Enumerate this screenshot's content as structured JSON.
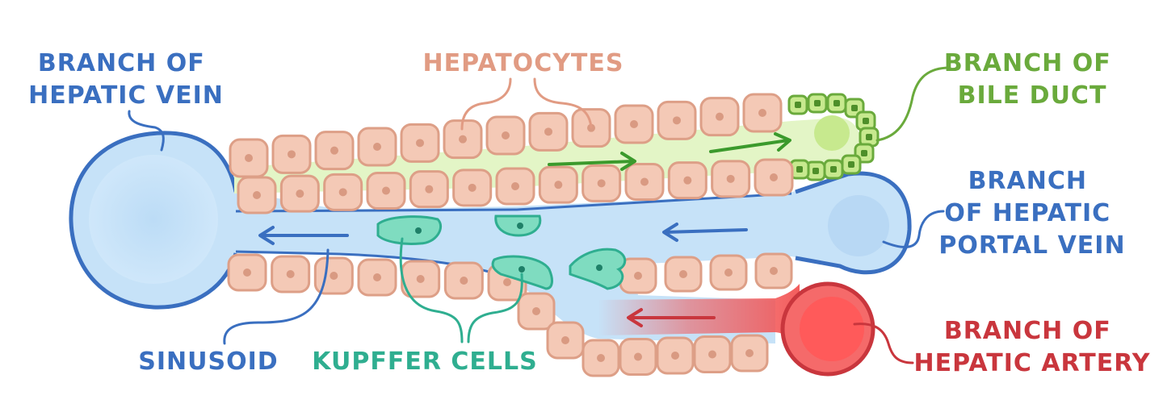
{
  "labels": {
    "hepatic_vein": [
      "BRANCH OF",
      "HEPATIC VEIN"
    ],
    "hepatocytes": "HEPATOCYTES",
    "bile_duct": [
      "BRANCH OF",
      "BILE DUCT"
    ],
    "portal_vein": [
      "BRANCH",
      "OF HEPATIC",
      "PORTAL VEIN"
    ],
    "hepatic_artery": [
      "BRANCH OF",
      "HEPATIC ARTERY"
    ],
    "sinusoid": "SINUSOID",
    "kupffer_cells": "KUPFFER CELLS"
  },
  "colors": {
    "vein_fill": "#c6e2f8",
    "vein_stroke": "#3a6fc0",
    "label_blue": "#3a6fc0",
    "hepatocyte_fill": "#f4c9b6",
    "hepatocyte_stroke": "#dd9f87",
    "hepatocyte_nucleus": "#d99a82",
    "label_peach": "#e19b83",
    "bile_fill": "#e3f5c6",
    "bile_cell_fill": "#c7e98e",
    "bile_stroke": "#6aaa3c",
    "label_green": "#6aaa3c",
    "kupffer_fill": "#7fdcc0",
    "kupffer_stroke": "#2fae90",
    "label_teal": "#2fae90",
    "artery_fill": "#f25454",
    "artery_stroke": "#c9363d",
    "label_red": "#c9363d"
  }
}
